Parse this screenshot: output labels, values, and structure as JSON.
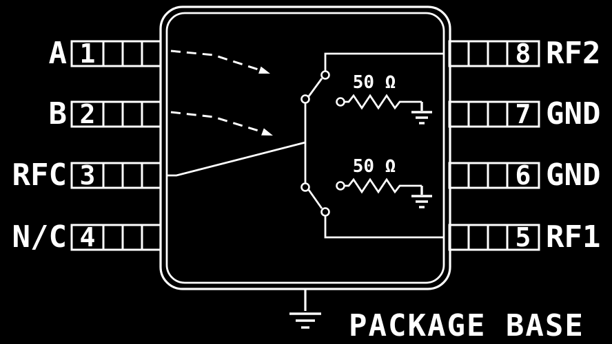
{
  "diagram": {
    "colors": {
      "background": "#000000",
      "foreground": "#ffffff"
    },
    "left_pins": [
      {
        "label": "A",
        "number": "1"
      },
      {
        "label": "B",
        "number": "2"
      },
      {
        "label": "RFC",
        "number": "3"
      },
      {
        "label": "N/C",
        "number": "4"
      }
    ],
    "right_pins": [
      {
        "number": "8",
        "label": "RF2"
      },
      {
        "number": "7",
        "label": "GND"
      },
      {
        "number": "6",
        "label": "GND"
      },
      {
        "number": "5",
        "label": "RF1"
      }
    ],
    "terminations": [
      {
        "value": "50 Ω"
      },
      {
        "value": "50 Ω"
      }
    ],
    "package_base_label": "PACKAGE BASE"
  }
}
